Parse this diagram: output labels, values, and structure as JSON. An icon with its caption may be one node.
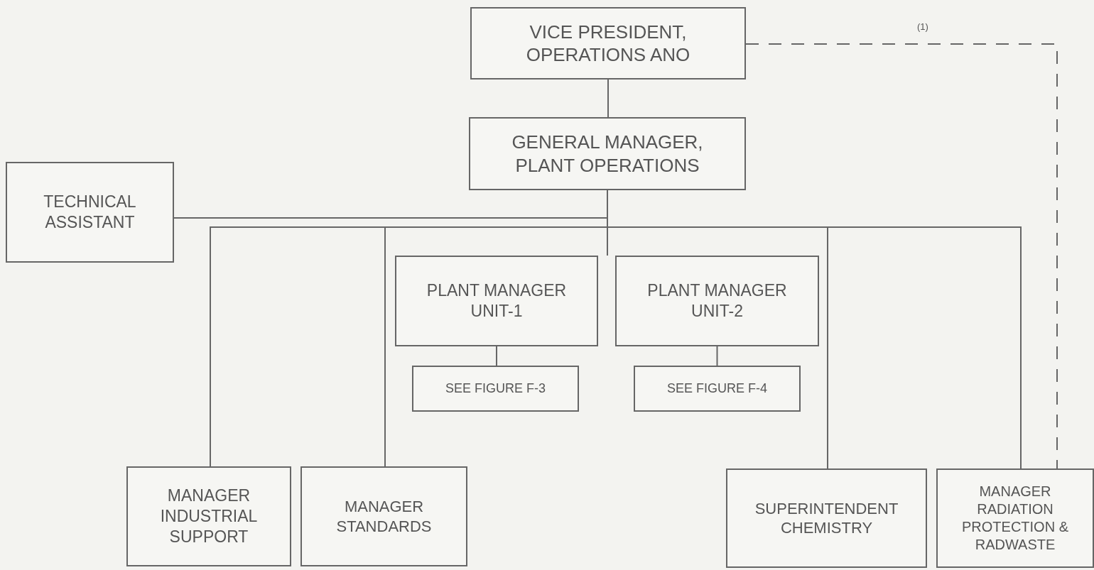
{
  "diagram": {
    "nodes": [
      {
        "text": [
          "VICE PRESIDENT, OPERATIONS ANO"
        ]
      },
      {
        "text": [
          "GENERAL MANAGER, PLANT OPERATIONS"
        ]
      },
      {
        "text": [
          "TECHNICAL ASSISTANT"
        ]
      },
      {
        "text": [
          "PLANT MANAGER UNIT-1"
        ]
      },
      {
        "text": [
          "PLANT MANAGER UNIT-2"
        ]
      },
      {
        "text": [
          "SEE FIGURE F-3"
        ]
      },
      {
        "text": [
          "SEE FIGURE F-4"
        ]
      },
      {
        "text": [
          "MANAGER INDUSTRIAL SUPPORT"
        ]
      },
      {
        "text": [
          "MANAGER STANDARDS"
        ]
      },
      {
        "text": [
          "SUPERINTENDENT CHEMISTRY"
        ]
      },
      {
        "text": [
          "MANAGER RADIATION PROTECTION & RADWASTE"
        ]
      }
    ],
    "edges": [
      {
        "from": 0,
        "to": 1,
        "arrow": "none"
      },
      {
        "from": 1,
        "to": 2,
        "arrow": "none"
      },
      {
        "from": 1,
        "to": 7,
        "arrow": "none"
      },
      {
        "from": 1,
        "to": 8,
        "arrow": "none"
      },
      {
        "from": 1,
        "to": 3,
        "arrow": "none"
      },
      {
        "from": 1,
        "to": 4,
        "arrow": "none"
      },
      {
        "from": 1,
        "to": 9,
        "arrow": "none"
      },
      {
        "from": 1,
        "to": 10,
        "arrow": "none"
      },
      {
        "from": 3,
        "to": 5,
        "arrow": "none"
      },
      {
        "from": 4,
        "to": 6,
        "arrow": "none"
      },
      {
        "from": 0,
        "to": 10,
        "arrow": "none",
        "style": "dashed",
        "label": "(1)"
      }
    ]
  }
}
